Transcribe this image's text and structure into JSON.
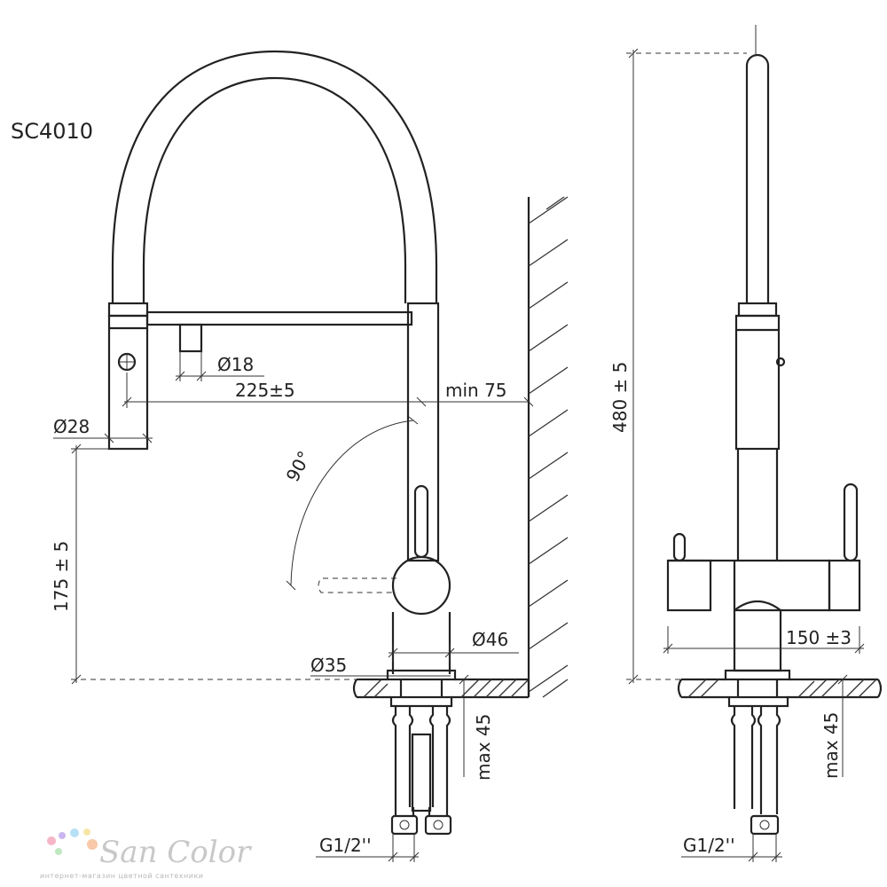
{
  "model": "SC4010",
  "dimensions": {
    "nozzle_diameter": "Ø18",
    "reach": "225±5",
    "wall_clearance": "min 75",
    "spray_head_diameter": "Ø28",
    "swivel_angle": "90°",
    "spray_height": "175 ± 5",
    "body_diameter": "Ø46",
    "base_diameter": "Ø35",
    "max_deck_side": "max 45",
    "connection_side": "G1/2''",
    "total_height": "480 ± 5",
    "width_front": "150 ±3",
    "max_deck_front": "max 45",
    "connection_front": "G1/2''"
  },
  "logo": {
    "brand": "San Color",
    "tagline": "интернет-магазин цветной сантехники",
    "dot_colors": [
      "#f6b6c8",
      "#c9b6f0",
      "#b6e0f6",
      "#f7e6a6",
      "#bfe8c0",
      "#f8c8a8"
    ]
  }
}
